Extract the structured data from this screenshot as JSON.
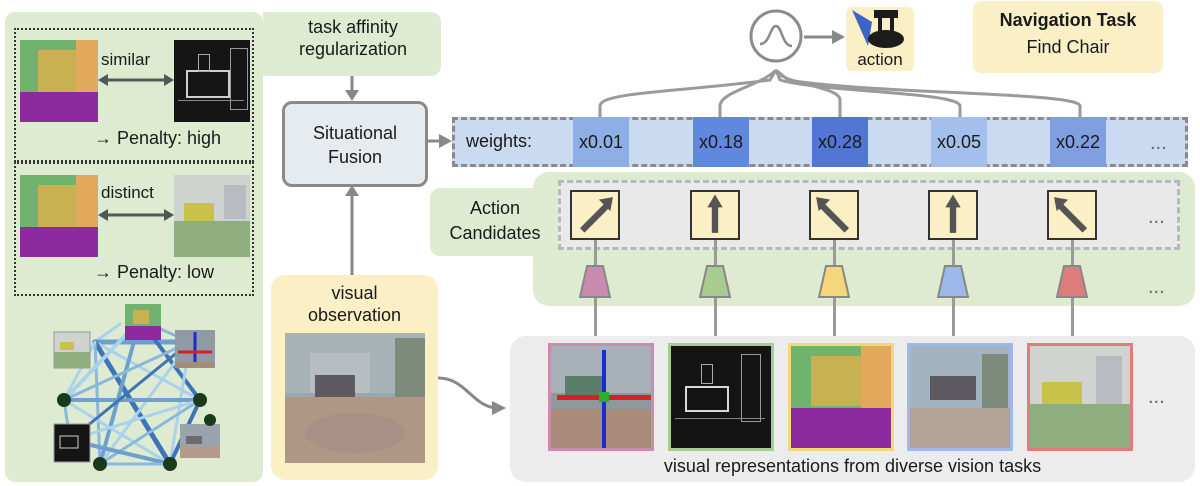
{
  "affinity": {
    "regularization_label_line1": "task affinity",
    "regularization_label_line2": "regularization",
    "similar_label": "similar",
    "penalty_high": "→ Penalty: high",
    "distinct_label": "distinct",
    "penalty_low": "→ Penalty: low"
  },
  "fusion": {
    "label_line1": "Situational",
    "label_line2": "Fusion"
  },
  "observation": {
    "label_line1": "visual",
    "label_line2": "observation"
  },
  "output": {
    "action_label": "action"
  },
  "task": {
    "title": "Navigation Task",
    "goal": "Find Chair"
  },
  "weights": {
    "label": "weights:",
    "values": [
      "x0.01",
      "x0.18",
      "x0.28",
      "x0.05",
      "x0.22"
    ],
    "ellipsis": "..."
  },
  "candidates": {
    "label_line1": "Action",
    "label_line2": "Candidates",
    "arrows": [
      "up-right",
      "up",
      "up-left",
      "up",
      "up-left"
    ],
    "ellipsis": "..."
  },
  "encoders": {
    "colors": [
      "#c98bb0",
      "#a8cc90",
      "#f3d77a",
      "#9db8ea",
      "#e07c7c"
    ],
    "ellipsis": "..."
  },
  "representations": {
    "caption": "visual representations from diverse vision tasks",
    "frame_colors": [
      "#c98bb0",
      "#a8cc90",
      "#f3d77a",
      "#9db8ea",
      "#e07c7c"
    ],
    "ellipsis": "..."
  },
  "colors": {
    "green_panel": "#deebd1",
    "yellow_panel": "#fbefc6",
    "gray_panel": "#ececec",
    "weights_bar": "#c9daf1",
    "weight_cells": [
      "#8eaee6",
      "#5f88de",
      "#5176d4",
      "#a4bfea",
      "#7f9fe0"
    ]
  }
}
